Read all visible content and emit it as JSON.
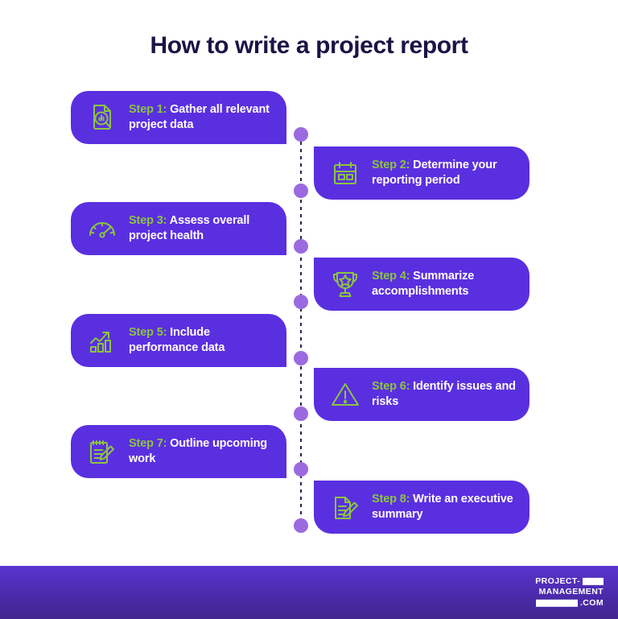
{
  "header": {
    "title": "How to write a project report",
    "title_color": "#1b1446"
  },
  "theme": {
    "card_purple": "#5a2fe0",
    "dot_purple": "#9b6ae0",
    "accent_green": "#8cc63f",
    "text_white": "#ffffff",
    "footer_gradient_from": "#5a34cf",
    "footer_gradient_to": "#43268f"
  },
  "steps": [
    {
      "side": "left",
      "icon": "document-chart-magnifier-icon",
      "step_label": "Step 1:",
      "text": " Gather all relevant project data"
    },
    {
      "side": "right",
      "icon": "calendar-icon",
      "step_label": "Step 2:",
      "text": " Determine your reporting period"
    },
    {
      "side": "left",
      "icon": "gauge-speedometer-icon",
      "step_label": "Step 3:",
      "text": " Assess overall project health"
    },
    {
      "side": "right",
      "icon": "trophy-star-icon",
      "step_label": "Step 4:",
      "text": " Summarize accomplishments"
    },
    {
      "side": "left",
      "icon": "growth-bar-chart-arrow-icon",
      "step_label": "Step 5:",
      "text": " Include performance data"
    },
    {
      "side": "right",
      "icon": "warning-triangle-icon",
      "step_label": "Step 6:",
      "text": " Identify issues and risks"
    },
    {
      "side": "left",
      "icon": "notepad-pencil-icon",
      "step_label": "Step 7:",
      "text": " Outline upcoming work"
    },
    {
      "side": "right",
      "icon": "document-pencil-icon",
      "step_label": "Step 8:",
      "text": " Write an executive summary"
    }
  ],
  "timeline": {
    "dot_count": 8,
    "style": "dotted-vertical-line"
  },
  "footer": {
    "logo_line1": "PROJECT-",
    "logo_line2": "MANAGEMENT",
    "logo_line3": ".COM"
  }
}
